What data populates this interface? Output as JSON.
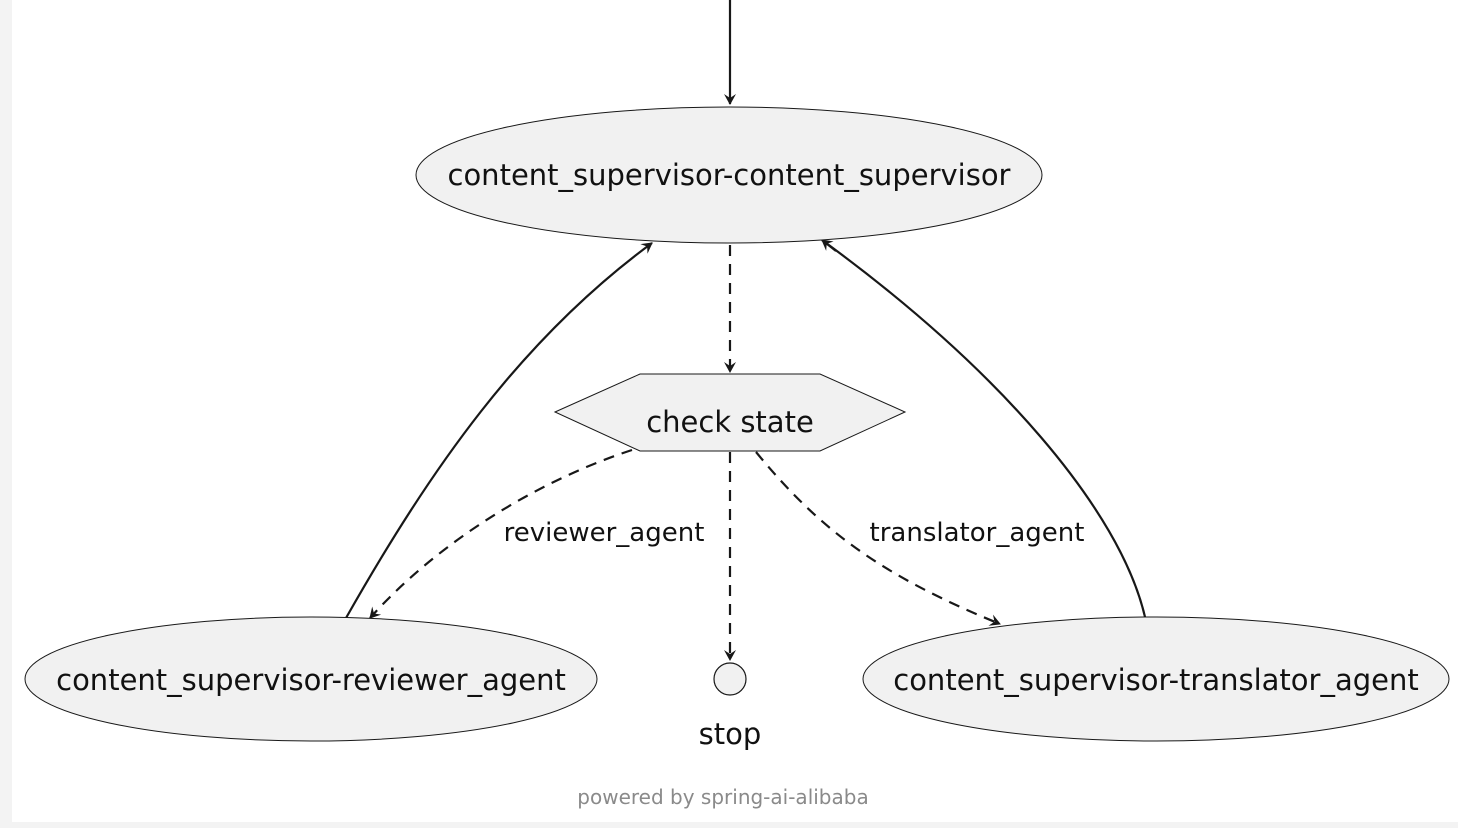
{
  "nodes": {
    "supervisor": "content_supervisor-content_supervisor",
    "check_state": "check state",
    "reviewer": "content_supervisor-reviewer_agent",
    "stop": "stop",
    "translator": "content_supervisor-translator_agent"
  },
  "edges": {
    "reviewer_label": "reviewer_agent",
    "translator_label": "translator_agent"
  },
  "footer": "powered by spring-ai-alibaba",
  "colors": {
    "node_fill": "#f1f1f1",
    "node_stroke": "#181818",
    "edge": "#181818",
    "footer_text": "#8a8a8a"
  }
}
